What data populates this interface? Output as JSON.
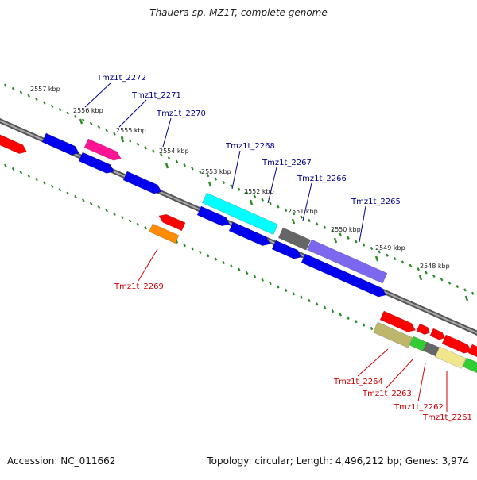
{
  "title": "Thauera sp. MZ1T, complete genome",
  "footer": {
    "accession": "Accession: NC_011662",
    "topology": "Topology: circular; Length: 4,496,212 bp; Genes: 3,974"
  },
  "colors": {
    "backbone": "#777777",
    "tick": "#228B22",
    "label_upper": "#00008B",
    "label_lower": "#CC0000"
  },
  "kbp_labels": [
    {
      "text": "2557 kbp"
    },
    {
      "text": "2556 kbp"
    },
    {
      "text": "2555 kbp"
    },
    {
      "text": "2554 kbp"
    },
    {
      "text": "2553 kbp"
    },
    {
      "text": "2552 kbp"
    },
    {
      "text": "2551 kbp"
    },
    {
      "text": "2550 kbp"
    },
    {
      "text": "2549 kbp"
    },
    {
      "text": "2548 kbp"
    }
  ],
  "gene_labels_upper": [
    {
      "text": "Tmz1t_2272"
    },
    {
      "text": "Tmz1t_2271"
    },
    {
      "text": "Tmz1t_2270"
    },
    {
      "text": "Tmz1t_2268"
    },
    {
      "text": "Tmz1t_2267"
    },
    {
      "text": "Tmz1t_2266"
    },
    {
      "text": "Tmz1t_2265"
    }
  ],
  "gene_labels_lower": [
    {
      "text": "Tmz1t_2269"
    },
    {
      "text": "Tmz1t_2264"
    },
    {
      "text": "Tmz1t_2263"
    },
    {
      "text": "Tmz1t_2262"
    },
    {
      "text": "Tmz1t_2261"
    }
  ],
  "features": [
    {
      "color": "#FF0000"
    },
    {
      "color": "#0000EE"
    },
    {
      "color": "#FF1493"
    },
    {
      "color": "#0000EE"
    },
    {
      "color": "#0000EE"
    },
    {
      "color": "#00FFFF"
    },
    {
      "color": "#666666"
    },
    {
      "color": "#7B68EE"
    },
    {
      "color": "#0000EE"
    },
    {
      "color": "#0000EE"
    },
    {
      "color": "#0000EE"
    },
    {
      "color": "#0000EE"
    },
    {
      "color": "#FF0000"
    },
    {
      "color": "#FF8C00"
    },
    {
      "color": "#FF0000"
    },
    {
      "color": "#FF0000"
    },
    {
      "color": "#FF0000"
    },
    {
      "color": "#FF0000"
    },
    {
      "color": "#FF0000"
    },
    {
      "color": "#BDB76B"
    },
    {
      "color": "#32CD32"
    },
    {
      "color": "#666666"
    },
    {
      "color": "#F0E68C"
    },
    {
      "color": "#32CD32"
    }
  ]
}
